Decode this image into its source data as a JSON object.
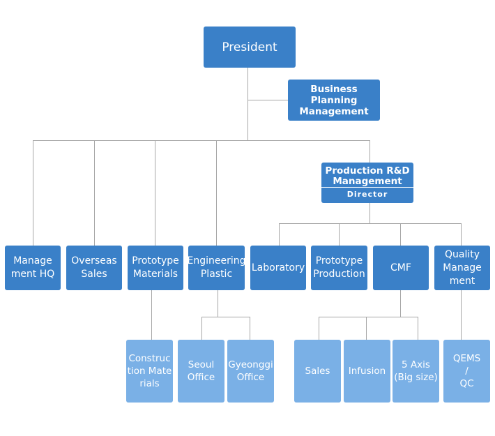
{
  "president": "President",
  "business_planning": "Business\nPlanning\nManagement",
  "production_rd": {
    "title": "Production R&D\nManagement",
    "subtitle": "Director"
  },
  "departments": {
    "management_hq": "Manage\nment HQ",
    "overseas_sales": "Overseas\nSales",
    "prototype_materials": "Prototype\nMaterials",
    "engineering_plastic": "Engineering\nPlastic",
    "laboratory": "Laboratory",
    "prototype_production": "Prototype\nProduction",
    "cmf": "CMF",
    "quality_management": "Quality\nManage\nment"
  },
  "teams": {
    "construction_materials": "Construc\ntion Mate\nrials",
    "seoul_office": "Seoul\nOffice",
    "gyeonggi_office": "Gyeonggi\nOffice",
    "sales": "Sales",
    "infusion": "Infusion",
    "five_axis": "5 Axis\n(Big size)",
    "qems_qc": "QEMS\n/\nQC"
  },
  "colors": {
    "dark_box": "#3a80c8",
    "light_box": "#7ab0e6",
    "connector": "#a6a6a6"
  }
}
